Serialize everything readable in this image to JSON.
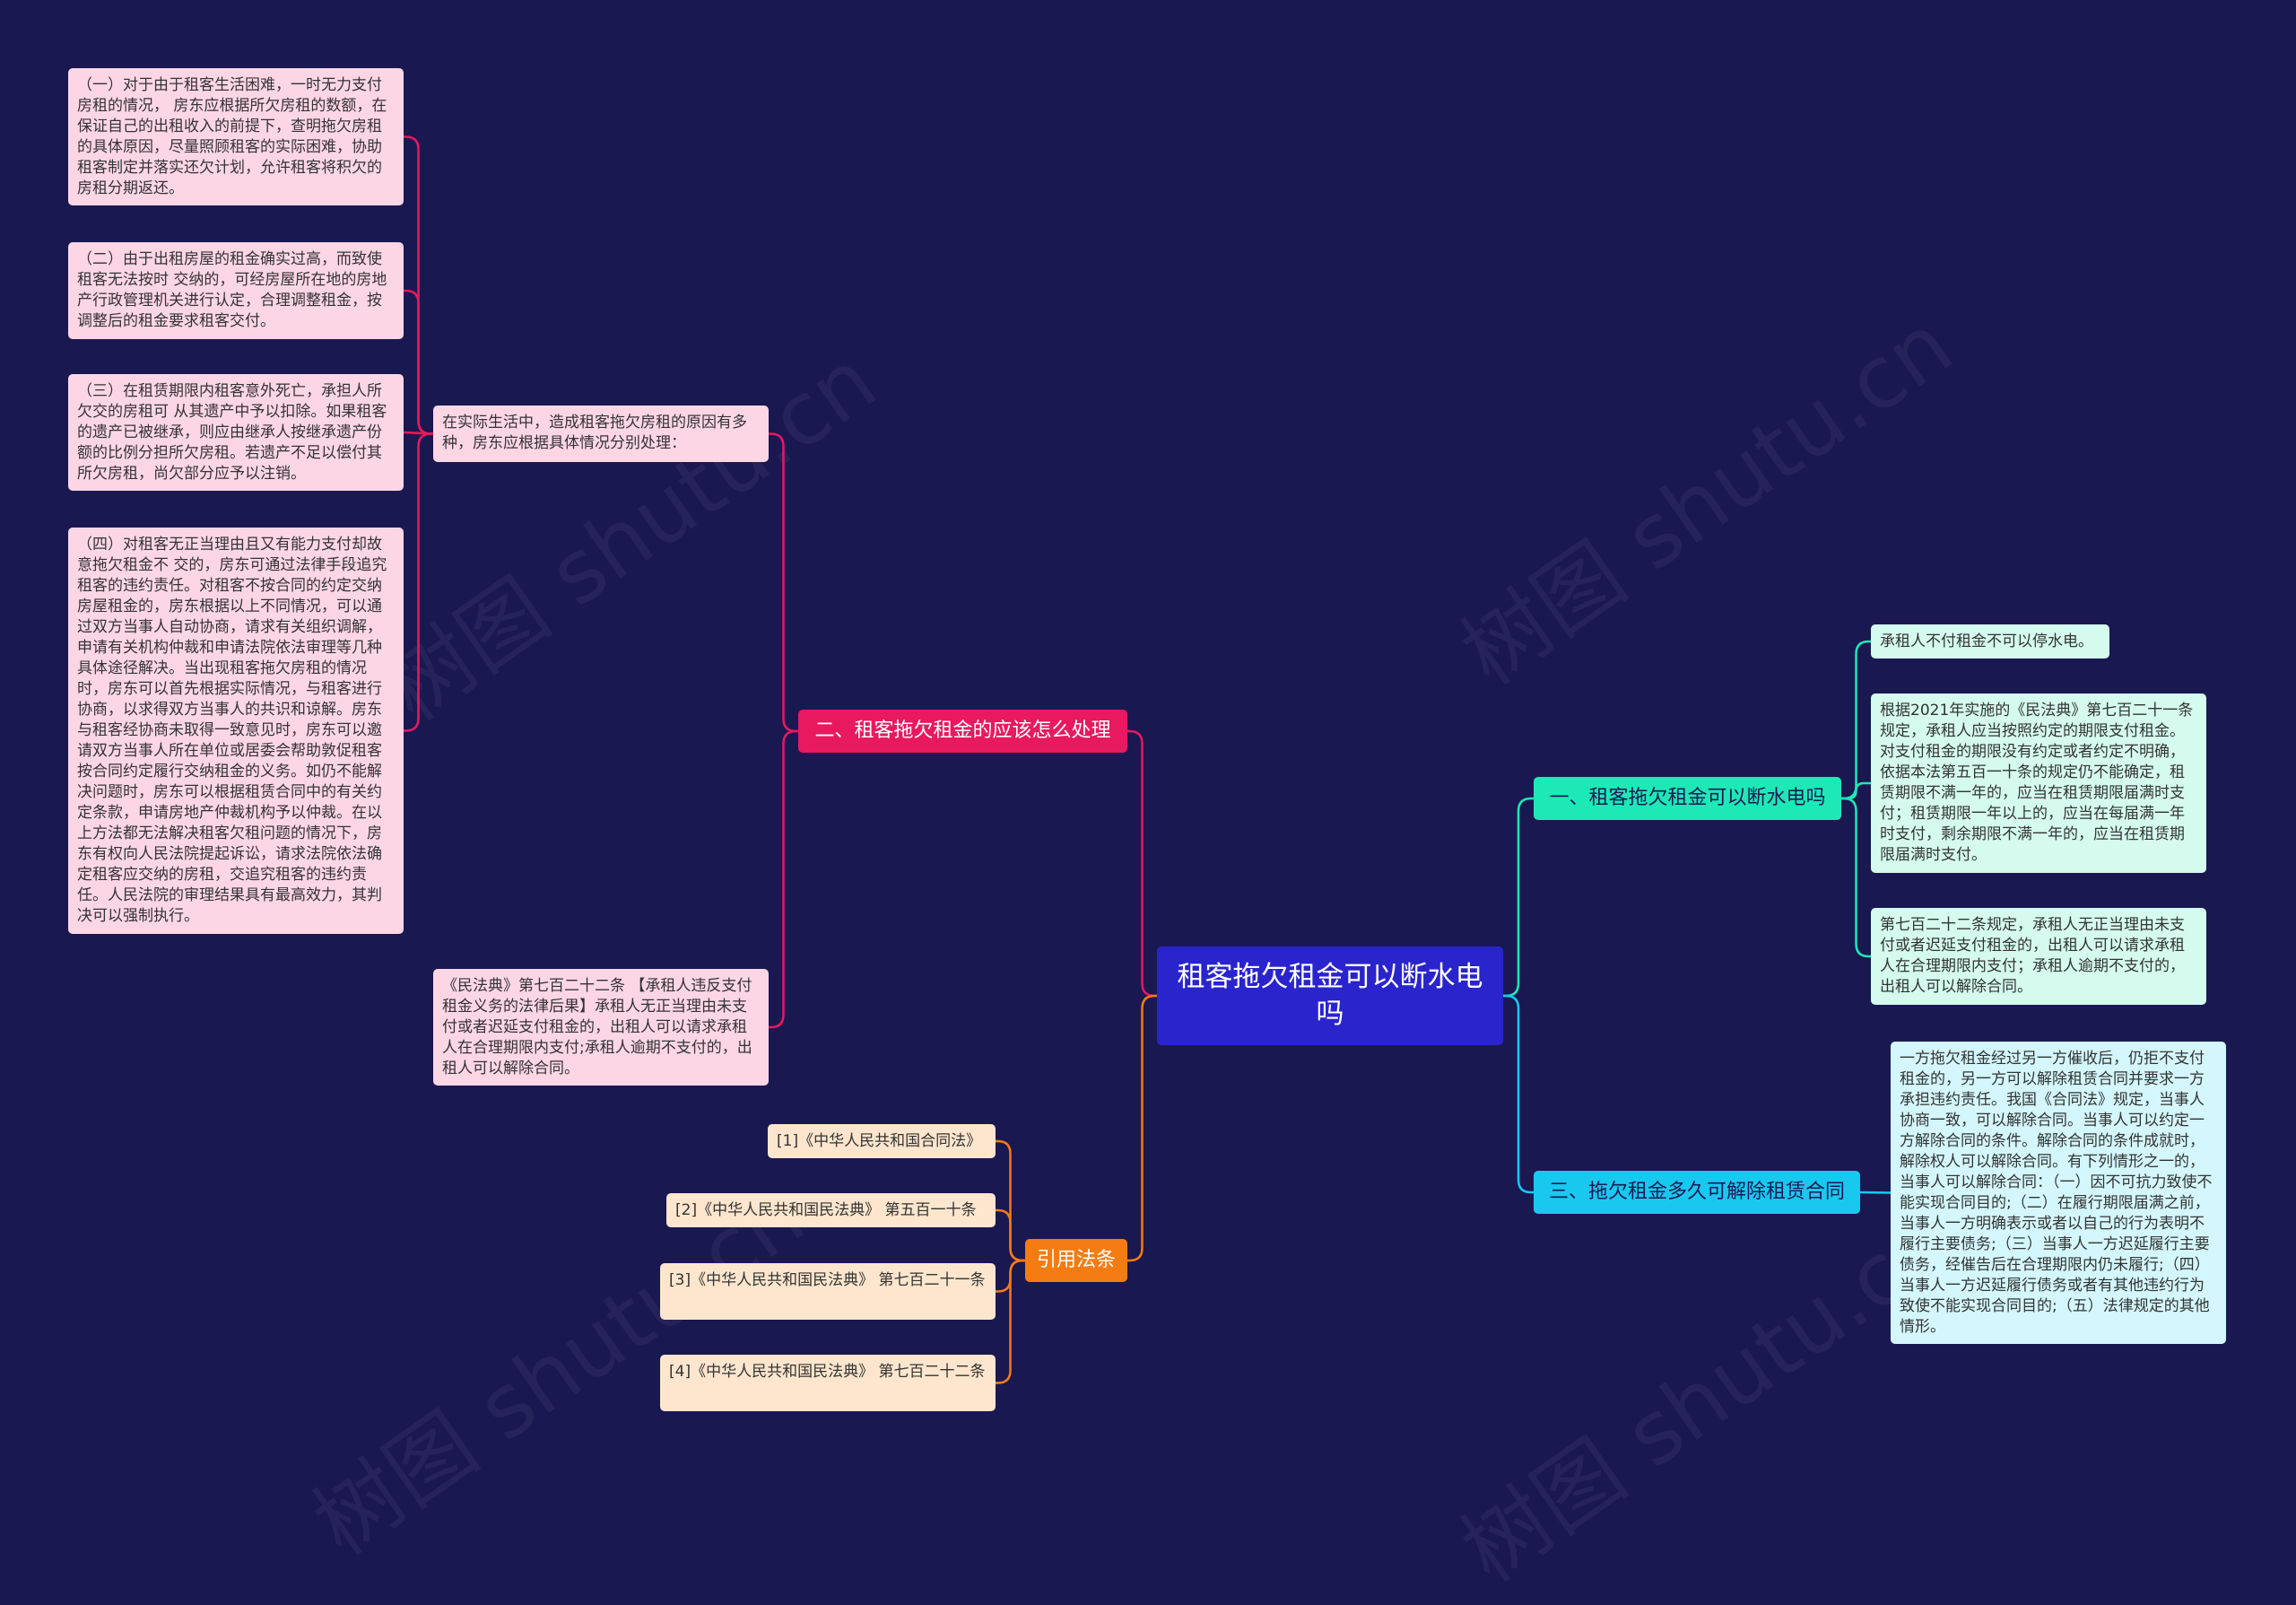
{
  "root": {
    "title": "租客拖欠租金可以断水电吗"
  },
  "watermark": "树图 shutu.cn",
  "branches": {
    "b1": {
      "title": "一、租客拖欠租金可以断水电吗",
      "color": "#1de9b6",
      "leaves": [
        "承租人不付租金不可以停水电。",
        "根据2021年实施的《民法典》第七百二十一条规定，承租人应当按照约定的期限支付租金。对支付租金的期限没有约定或者约定不明确，依据本法第五百一十条的规定仍不能确定，租赁期限不满一年的，应当在租赁期限届满时支付；租赁期限一年以上的，应当在每届满一年时支付，剩余期限不满一年的，应当在租赁期限届满时支付。",
        "第七百二十二条规定，承租人无正当理由未支付或者迟延支付租金的，出租人可以请求承租人在合理期限内支付；承租人逾期不支付的，出租人可以解除合同。"
      ]
    },
    "b2": {
      "title": "二、租客拖欠租金的应该怎么处理",
      "color": "#e8195f",
      "intro": "在实际生活中，造成租客拖欠房租的原因有多种，房东应根据具体情况分别处理：",
      "sub_leaves": [
        "（一）对于由于租客生活困难，一时无力支付房租的情况， 房东应根据所欠房租的数额，在保证自己的出租收入的前提下，查明拖欠房租的具体原因，尽量照顾租客的实际困难，协助租客制定并落实还欠计划，允许租客将积欠的房租分期返还。",
        "（二）由于出租房屋的租金确实过高，而致使租客无法按时 交纳的，可经房屋所在地的房地产行政管理机关进行认定，合理调整租金，按调整后的租金要求租客交付。",
        "（三）在租赁期限内租客意外死亡，承担人所欠交的房租可 从其遗产中予以扣除。如果租客的遗产已被继承，则应由继承人按继承遗产份额的比例分担所欠房租。若遗产不足以偿付其所欠房租，尚欠部分应予以注销。",
        "（四）对租客无正当理由且又有能力支付却故意拖欠租金不 交的，房东可通过法律手段追究租客的违约责任。对租客不按合同的约定交纳房屋租金的，房东根据以上不同情况，可以通过双方当事人自动协商，请求有关组织调解，申请有关机构仲裁和申请法院依法审理等几种具体途径解决。当出现租客拖欠房租的情况时，房东可以首先根据实际情况，与租客进行协商，以求得双方当事人的共识和谅解。房东与租客经协商未取得一致意见时，房东可以邀请双方当事人所在单位或居委会帮助敦促租客按合同约定履行交纳租金的义务。如仍不能解决问题时，房东可以根据租赁合同中的有关约定条款，申请房地产仲裁机构予以仲裁。在以上方法都无法解决租客欠租问题的情况下，房东有权向人民法院提起诉讼，请求法院依法确定租客应交纳的房租，交追究租客的违约责任。人民法院的审理结果具有最高效力，其判决可以强制执行。"
      ],
      "civil_code": "《民法典》第七百二十二条 【承租人违反支付租金义务的法律后果】承租人无正当理由未支付或者迟延支付租金的，出租人可以请求承租人在合理期限内支付;承租人逾期不支付的，出租人可以解除合同。"
    },
    "b3": {
      "title": "三、拖欠租金多久可解除租赁合同",
      "color": "#19c8ef",
      "leaves": [
        "一方拖欠租金经过另一方催收后，仍拒不支付租金的，另一方可以解除租赁合同并要求一方承担违约责任。我国《合同法》规定，当事人协商一致，可以解除合同。当事人可以约定一方解除合同的条件。解除合同的条件成就时，解除权人可以解除合同。有下列情形之一的，当事人可以解除合同：（一）因不可抗力致使不能实现合同目的;（二）在履行期限届满之前，当事人一方明确表示或者以自己的行为表明不履行主要债务;（三）当事人一方迟延履行主要债务，经催告后在合理期限内仍未履行;（四）当事人一方迟延履行债务或者有其他违约行为致使不能实现合同目的;（五）法律规定的其他情形。"
      ]
    },
    "b4": {
      "title": "引用法条",
      "color": "#f57c13",
      "leaves": [
        "[1]《中华人民共和国合同法》",
        "[2]《中华人民共和国民法典》 第五百一十条",
        "[3]《中华人民共和国民法典》 第七百二十一条",
        "[4]《中华人民共和国民法典》 第七百二十二条"
      ]
    }
  }
}
